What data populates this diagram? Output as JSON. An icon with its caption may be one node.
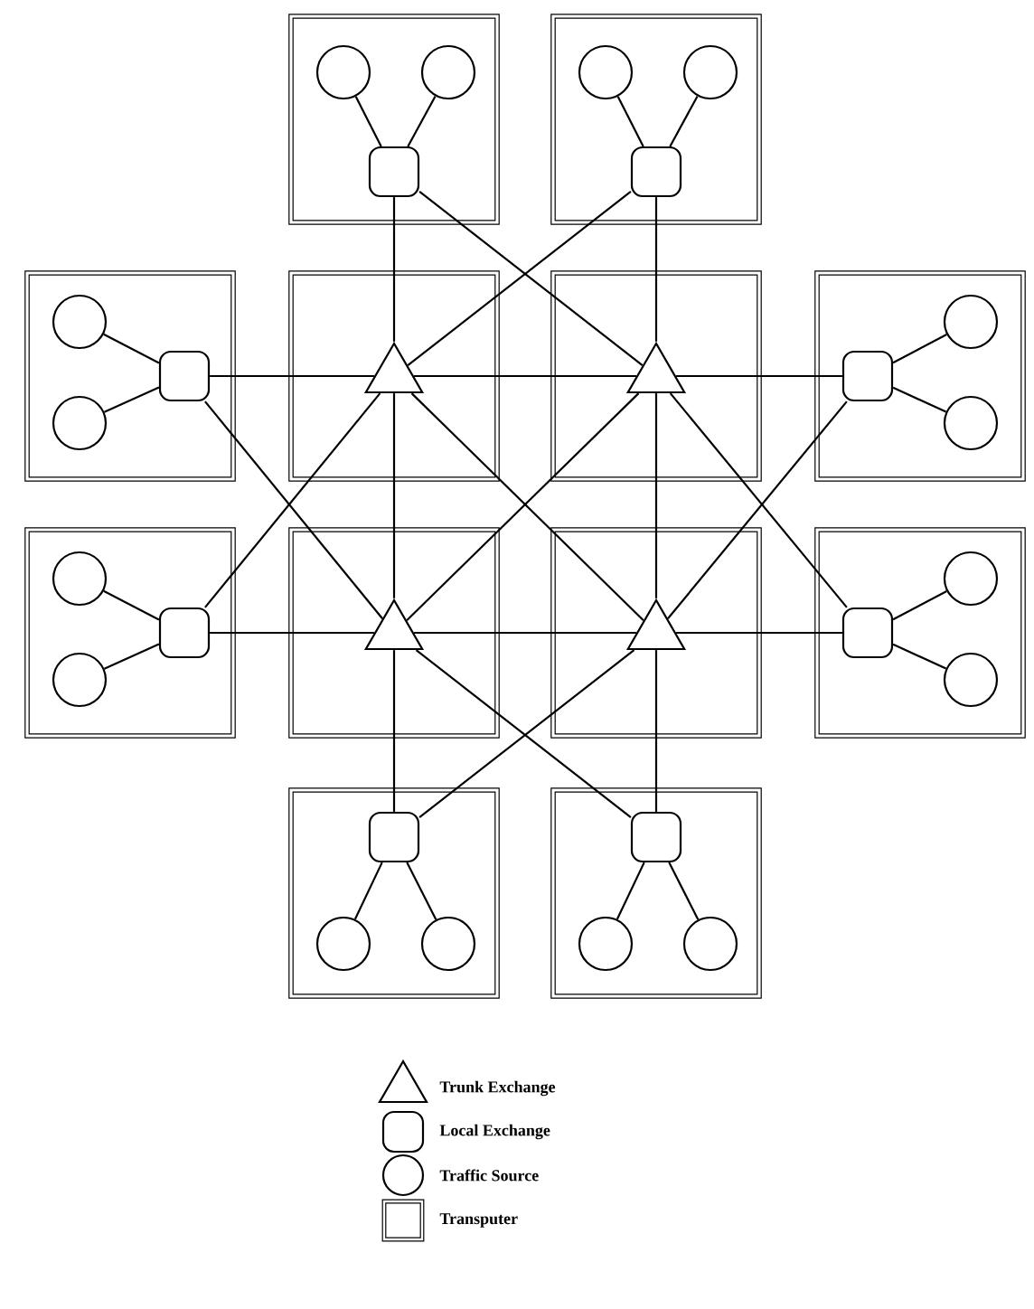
{
  "diagram": {
    "nodes": [
      {
        "text": [],
        "shape": "box"
      },
      {
        "text": [],
        "shape": "circle",
        "in": 0
      },
      {
        "text": [],
        "shape": "circle",
        "in": 0
      },
      {
        "text": [],
        "shape": "square",
        "in": 0
      },
      {
        "text": [],
        "shape": "box"
      },
      {
        "text": [],
        "shape": "circle",
        "in": 4
      },
      {
        "text": [],
        "shape": "circle",
        "in": 4
      },
      {
        "text": [],
        "shape": "square",
        "in": 4
      },
      {
        "text": [],
        "shape": "box"
      },
      {
        "text": [],
        "shape": "circle",
        "in": 8
      },
      {
        "text": [],
        "shape": "circle",
        "in": 8
      },
      {
        "text": [],
        "shape": "square",
        "in": 8
      },
      {
        "text": [],
        "shape": "box"
      },
      {
        "text": [],
        "shape": "triangle",
        "in": 12
      },
      {
        "text": [],
        "shape": "box"
      },
      {
        "text": [],
        "shape": "triangle",
        "in": 14
      },
      {
        "text": [],
        "shape": "box"
      },
      {
        "text": [],
        "shape": "circle",
        "in": 16
      },
      {
        "text": [],
        "shape": "circle",
        "in": 16
      },
      {
        "text": [],
        "shape": "square",
        "in": 16
      },
      {
        "text": [],
        "shape": "box"
      },
      {
        "text": [],
        "shape": "circle",
        "in": 20
      },
      {
        "text": [],
        "shape": "circle",
        "in": 20
      },
      {
        "text": [],
        "shape": "square",
        "in": 20
      },
      {
        "text": [],
        "shape": "box"
      },
      {
        "text": [],
        "shape": "triangle",
        "in": 24
      },
      {
        "text": [],
        "shape": "box"
      },
      {
        "text": [],
        "shape": "triangle",
        "in": 26
      },
      {
        "text": [],
        "shape": "box"
      },
      {
        "text": [],
        "shape": "circle",
        "in": 28
      },
      {
        "text": [],
        "shape": "circle",
        "in": 28
      },
      {
        "text": [],
        "shape": "square",
        "in": 28
      },
      {
        "text": [],
        "shape": "box"
      },
      {
        "text": [],
        "shape": "circle",
        "in": 32
      },
      {
        "text": [],
        "shape": "circle",
        "in": 32
      },
      {
        "text": [],
        "shape": "square",
        "in": 32
      },
      {
        "text": [],
        "shape": "box"
      },
      {
        "text": [],
        "shape": "circle",
        "in": 36
      },
      {
        "text": [],
        "shape": "circle",
        "in": 36
      },
      {
        "text": [],
        "shape": "square",
        "in": 36
      }
    ],
    "edges": [
      {
        "from": 3,
        "to": 1,
        "arrow": "none"
      },
      {
        "from": 3,
        "to": 2,
        "arrow": "none"
      },
      {
        "from": 7,
        "to": 5,
        "arrow": "none"
      },
      {
        "from": 7,
        "to": 6,
        "arrow": "none"
      },
      {
        "from": 11,
        "to": 9,
        "arrow": "none"
      },
      {
        "from": 11,
        "to": 10,
        "arrow": "none"
      },
      {
        "from": 19,
        "to": 17,
        "arrow": "none"
      },
      {
        "from": 19,
        "to": 18,
        "arrow": "none"
      },
      {
        "from": 23,
        "to": 21,
        "arrow": "none"
      },
      {
        "from": 23,
        "to": 22,
        "arrow": "none"
      },
      {
        "from": 31,
        "to": 29,
        "arrow": "none"
      },
      {
        "from": 31,
        "to": 30,
        "arrow": "none"
      },
      {
        "from": 35,
        "to": 33,
        "arrow": "none"
      },
      {
        "from": 35,
        "to": 34,
        "arrow": "none"
      },
      {
        "from": 39,
        "to": 37,
        "arrow": "none"
      },
      {
        "from": 39,
        "to": 38,
        "arrow": "none"
      },
      {
        "from": 3,
        "to": 13,
        "arrow": "none"
      },
      {
        "from": 3,
        "to": 15,
        "arrow": "none"
      },
      {
        "from": 7,
        "to": 15,
        "arrow": "none"
      },
      {
        "from": 7,
        "to": 13,
        "arrow": "none"
      },
      {
        "from": 11,
        "to": 13,
        "arrow": "none"
      },
      {
        "from": 11,
        "to": 25,
        "arrow": "none"
      },
      {
        "from": 19,
        "to": 15,
        "arrow": "none"
      },
      {
        "from": 19,
        "to": 27,
        "arrow": "none"
      },
      {
        "from": 23,
        "to": 25,
        "arrow": "none"
      },
      {
        "from": 23,
        "to": 13,
        "arrow": "none"
      },
      {
        "from": 31,
        "to": 27,
        "arrow": "none"
      },
      {
        "from": 31,
        "to": 15,
        "arrow": "none"
      },
      {
        "from": 35,
        "to": 25,
        "arrow": "none"
      },
      {
        "from": 35,
        "to": 27,
        "arrow": "none"
      },
      {
        "from": 39,
        "to": 27,
        "arrow": "none"
      },
      {
        "from": 39,
        "to": 25,
        "arrow": "none"
      },
      {
        "from": 13,
        "to": 15,
        "arrow": "none"
      },
      {
        "from": 13,
        "to": 25,
        "arrow": "none"
      },
      {
        "from": 15,
        "to": 27,
        "arrow": "none"
      },
      {
        "from": 25,
        "to": 27,
        "arrow": "none"
      },
      {
        "from": 13,
        "to": 27,
        "arrow": "none"
      },
      {
        "from": 15,
        "to": 25,
        "arrow": "none"
      }
    ],
    "legend": [
      {
        "text": "Trunk Exchange"
      },
      {
        "text": "Local Exchange"
      },
      {
        "text": "Traffic Source"
      },
      {
        "text": "Transputer"
      }
    ]
  }
}
